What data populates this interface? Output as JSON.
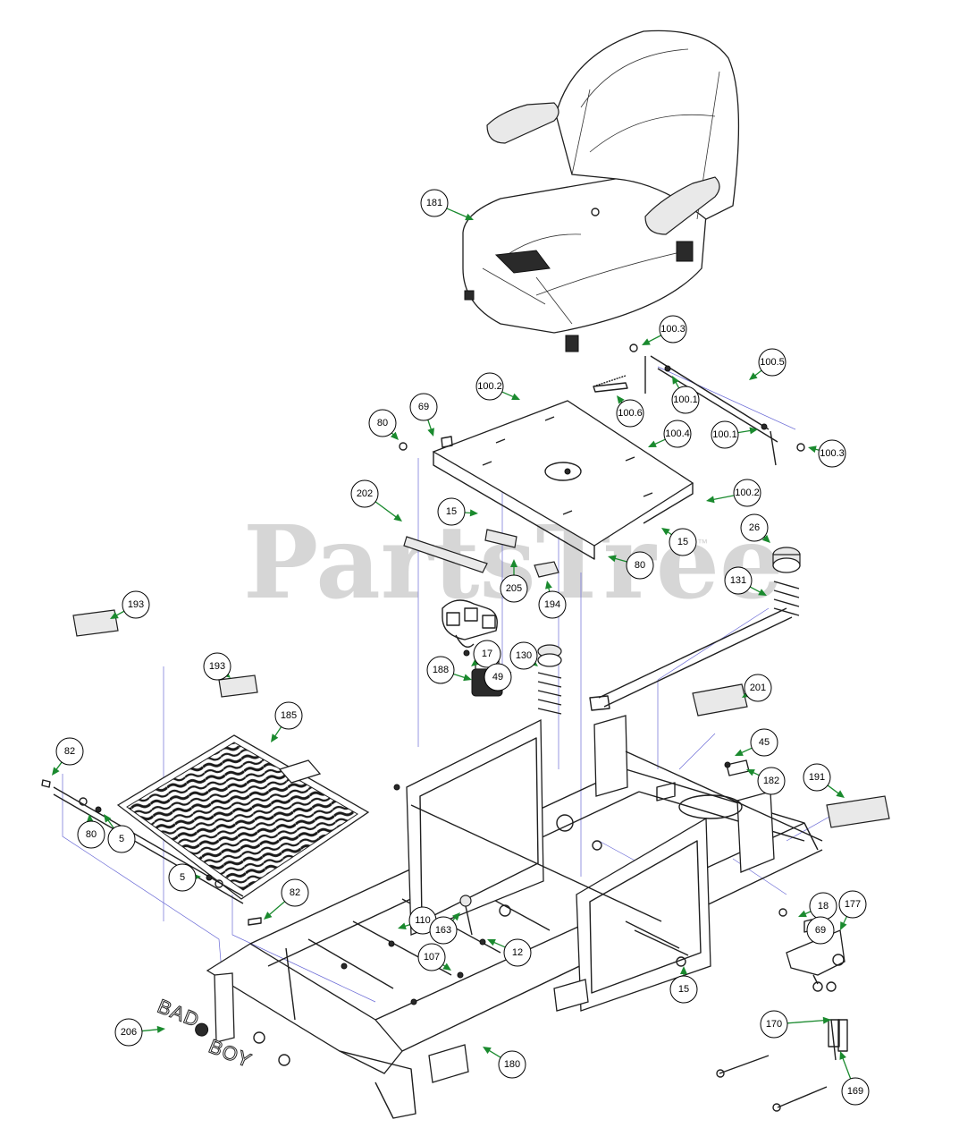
{
  "watermark": {
    "text": "PartsTree",
    "tm": "™"
  },
  "logo": {
    "text_left": "BAD",
    "text_right": "BOY"
  },
  "callouts": [
    {
      "label": "181"
    },
    {
      "label": "100.3"
    },
    {
      "label": "100.5"
    },
    {
      "label": "100.2"
    },
    {
      "label": "100.1"
    },
    {
      "label": "100.6"
    },
    {
      "label": "69"
    },
    {
      "label": "80"
    },
    {
      "label": "100.4"
    },
    {
      "label": "100.1"
    },
    {
      "label": "100.3"
    },
    {
      "label": "100.2"
    },
    {
      "label": "202"
    },
    {
      "label": "15"
    },
    {
      "label": "15"
    },
    {
      "label": "26"
    },
    {
      "label": "80"
    },
    {
      "label": "205"
    },
    {
      "label": "194"
    },
    {
      "label": "131"
    },
    {
      "label": "193"
    },
    {
      "label": "17"
    },
    {
      "label": "130"
    },
    {
      "label": "193"
    },
    {
      "label": "188"
    },
    {
      "label": "49"
    },
    {
      "label": "185"
    },
    {
      "label": "201"
    },
    {
      "label": "45"
    },
    {
      "label": "82"
    },
    {
      "label": "182"
    },
    {
      "label": "191"
    },
    {
      "label": "80"
    },
    {
      "label": "5"
    },
    {
      "label": "5"
    },
    {
      "label": "82"
    },
    {
      "label": "18"
    },
    {
      "label": "177"
    },
    {
      "label": "69"
    },
    {
      "label": "110"
    },
    {
      "label": "163"
    },
    {
      "label": "12"
    },
    {
      "label": "107"
    },
    {
      "label": "15"
    },
    {
      "label": "170"
    },
    {
      "label": "206"
    },
    {
      "label": "180"
    },
    {
      "label": "169"
    }
  ]
}
